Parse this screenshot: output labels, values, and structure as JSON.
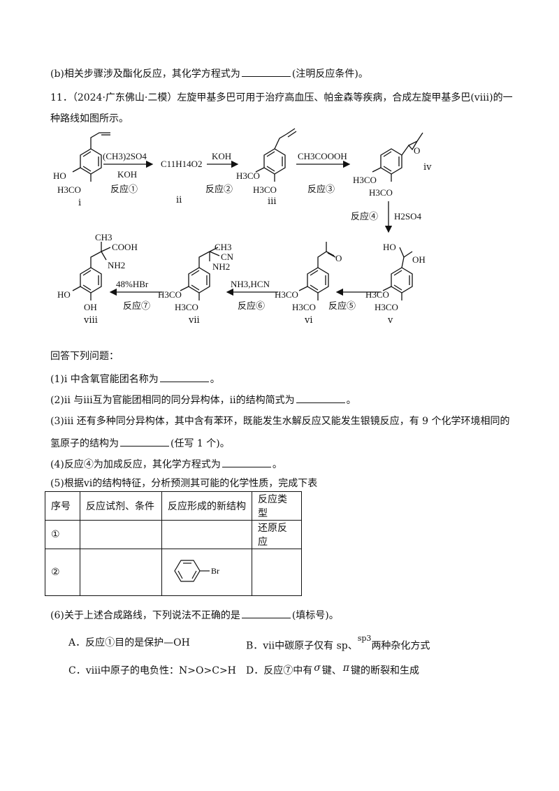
{
  "lines": {
    "b_prefix": "(b)相关步骤涉及酯化反应，其化学方程式为",
    "b_suffix": "(注明反应条件)。",
    "q11_line1": "11．（2024·广东佛山·二模）左旋甲基多巴可用于治疗高血压、帕金森等疾病，合成左旋甲基多巴(ⅷ)的一",
    "q11_line2": "种路线如图所示。",
    "answer_intro": "回答下列问题：",
    "q1_prefix": "(1)ⅰ 中含氧官能团名称为",
    "q1_suffix": "。",
    "q2_prefix": "(2)ⅱ 与ⅲ互为官能团相同的同分异构体，ⅱ的结构简式为",
    "q2_suffix": "。",
    "q3_line1": "(3)ⅲ 还有多种同分异构体，其中含有苯环，既能发生水解反应又能发生银镜反应，有 9 个化学环境相同的",
    "q3_prefix": "氢原子的结构为",
    "q3_suffix": "(任写 1 个)。",
    "q4_prefix": "(4)反应④为加成反应，其化学方程式为",
    "q4_suffix": "。",
    "q5_line": "(5)根据ⅵ的结构特征，分析预测其可能的化学性质，完成下表",
    "q6_prefix": "(6)关于上述合成路线，下列说法不正确的是",
    "q6_suffix": "(填标号)。"
  },
  "scheme": {
    "labels": [
      "ⅰ",
      "ⅱ",
      "ⅲ",
      "ⅳ",
      "ⅴ",
      "ⅵ",
      "ⅶ",
      "ⅷ"
    ],
    "reagents": {
      "r1_top": "(CH3)2SO4",
      "r1_bottom": "KOH",
      "r1_name": "反应①",
      "product2": "C11H14O2",
      "r2_top": "KOH",
      "r2_name": "反应②",
      "r3_top": "CH3COOOH",
      "r3_name": "反应③",
      "r4_name": "反应④",
      "r4_reagent": "H2SO4",
      "r5_name": "反应⑤",
      "r6_top": "NH3,HCN",
      "r6_name": "反应⑥",
      "r7_top": "48%HBr",
      "r7_name": "反应⑦"
    },
    "groups": {
      "HO": "HO",
      "OH": "OH",
      "H3CO": "H3CO",
      "O": "O",
      "CN": "CN",
      "NH2": "NH2",
      "CH3": "CH3",
      "COOH": "COOH"
    }
  },
  "table": {
    "headers": [
      "序号",
      "反应试剂、条件",
      "反应形成的新结构",
      "反应类型"
    ],
    "rows": [
      {
        "num": "①",
        "reagent": "",
        "structure": "",
        "type": "还原反应"
      },
      {
        "num": "②",
        "reagent": "",
        "structure": "Br",
        "type": ""
      }
    ]
  },
  "options": {
    "A": "A．反应①目的是保护—OH",
    "B_prefix": "B．ⅶ中碳原子仅有 sp、",
    "B_sup": "sp3",
    "B_suffix": "两种杂化方式",
    "C": "C．ⅷ中原子的电负性：N>O>C>H",
    "D_prefix": "D．反应⑦中有",
    "D_sigma": "σ",
    "D_mid": "键、",
    "D_pi": "π",
    "D_suffix": "键的断裂和生成"
  }
}
